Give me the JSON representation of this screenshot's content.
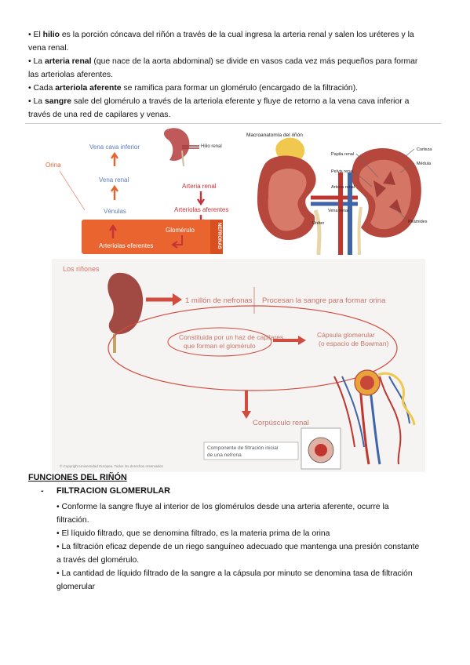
{
  "intro": [
    {
      "pre": "• El ",
      "bold": "hilio",
      "post": " es la porción cóncava del riñón a través de la cual ingresa la arteria renal y salen los uréteres y la",
      "cont": "vena renal."
    },
    {
      "pre": "• La ",
      "bold": "arteria renal",
      "post": " (que nace de la aorta abdominal) se divide en vasos cada vez más pequeños para formar",
      "cont": "las arteriolas aferentes."
    },
    {
      "pre": "• Cada ",
      "bold": "arteriola aferente",
      "post": " se ramifica para formar un glomérulo (encargado de la filtración).",
      "cont": ""
    },
    {
      "pre": "• La ",
      "bold": "sangre",
      "post": " sale del glomérulo a través de la arteriola eferente y fluye de retorno a la vena cava inferior a",
      "cont": "través de una red de capilares y venas."
    }
  ],
  "fig1": {
    "orina": "Orina",
    "vena_cava": "Vena cava inferior",
    "hilio": "Hilio renal",
    "vena_renal": "Vena renal",
    "arteria_renal": "Arteria renal",
    "venulas": "Vénulas",
    "arteriolas_aferentes": "Arteriolas aferentes",
    "glomerulo": "Glomérulo",
    "arteriolas_eferentes": "Arteriolas eferentes",
    "nefronas": "NEFRONAS"
  },
  "fig2": {
    "title": "Macroanatomía del riñón",
    "corteza": "Corteza",
    "papila": "Papila renal",
    "medula": "Médula",
    "pelvis": "Pelvis renal",
    "arteria": "Arteria renal",
    "vena": "Vena renal",
    "piramides": "Pirámides",
    "ureter": "Uréter"
  },
  "fig3": {
    "title": "Los riñones",
    "nefronas": "1 millón de nefronas",
    "procesan": "Procesan la sangre para formar orina",
    "constituida_1": "Constituida por un haz de capilares",
    "constituida_2": "que forman el glomérulo",
    "capsula_1": "Cápsula glomerular",
    "capsula_2": "(o espacio de Bowman)",
    "corpusculo": "Corpúsculo renal",
    "componente_1": "Componente de filtración inicial",
    "componente_2": "de una nefrona",
    "copyright": "© Copyright Universidad Europea. Todos los derechos reservados"
  },
  "section": {
    "title": "FUNCIONES DEL RIÑÓN",
    "dash": "-",
    "subtitle": "FILTRACION GLOMERULAR"
  },
  "bullets": [
    {
      "l1": "• Conforme la sangre fluye al interior de los glomérulos desde una arteria aferente, ocurre la",
      "l2": "filtración."
    },
    {
      "l1": "• El líquido filtrado, que se denomina filtrado, es la materia prima de la orina",
      "l2": ""
    },
    {
      "l1": "• La filtración eficaz depende de un riego sanguíneo adecuado que mantenga una presión constante",
      "l2": "a través del glomérulo."
    },
    {
      "l1": "• La cantidad de líquido filtrado de la sangre a la cápsula por minuto se denomina tasa de filtración",
      "l2": "glomerular"
    }
  ],
  "colors": {
    "orange": "#e8622b",
    "red": "#c8323a",
    "blue": "#5b7fb8"
  }
}
